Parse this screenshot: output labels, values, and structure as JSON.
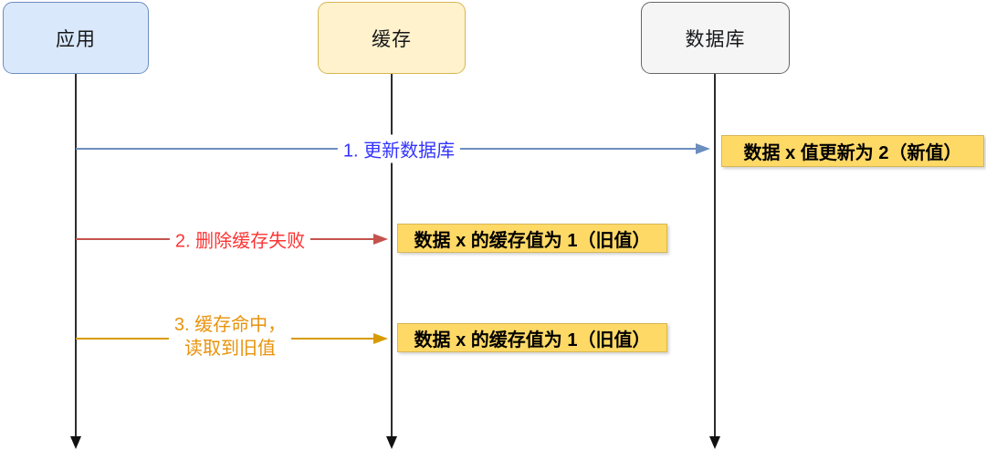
{
  "diagram_type": "sequence-diagram",
  "actors": [
    {
      "id": "app",
      "label": "应用",
      "fill": "#dae8fc",
      "stroke": "#6c8ebf"
    },
    {
      "id": "cache",
      "label": "缓存",
      "fill": "#fff2cc",
      "stroke": "#d6b656"
    },
    {
      "id": "db",
      "label": "数据库",
      "fill": "#f5f5f5",
      "stroke": "#666666"
    }
  ],
  "messages": [
    {
      "seq": 1,
      "label": "1. 更新数据库",
      "from": "应用",
      "to": "数据库",
      "line_color": "#6c8ebf",
      "text_color": "#3333ff"
    },
    {
      "seq": 2,
      "label": "2. 删除缓存失败",
      "from": "应用",
      "to": "缓存",
      "line_color": "#c4524d",
      "text_color": "#ff3333"
    },
    {
      "seq": 3,
      "label_line1": "3. 缓存命中，",
      "label_line2": "读取到旧值",
      "from": "应用",
      "to": "缓存",
      "line_color": "#d79b00",
      "text_color": "#e8930c"
    }
  ],
  "notes": [
    {
      "text": "数据 x 值更新为 2（新值）",
      "fill": "#ffd966",
      "stroke": "#d6b656"
    },
    {
      "text": "数据 x 的缓存值为 1（旧值）",
      "fill": "#ffd966",
      "stroke": "#d6b656"
    },
    {
      "text": "数据 x 的缓存值为 1（旧值）",
      "fill": "#ffd966",
      "stroke": "#d6b656"
    }
  ]
}
